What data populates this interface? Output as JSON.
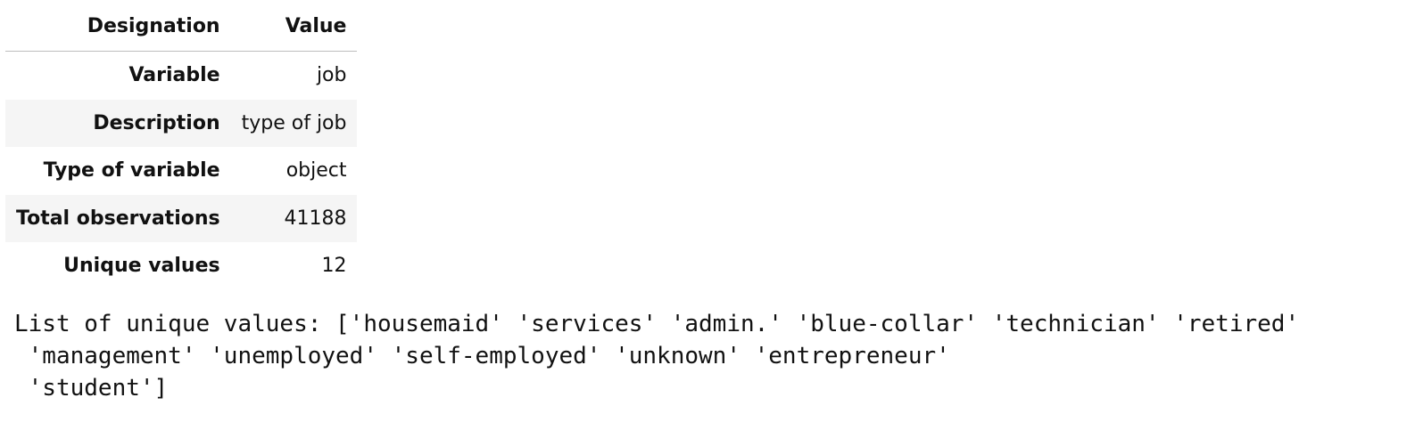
{
  "table": {
    "headers": [
      "Designation",
      "Value"
    ],
    "rows": [
      {
        "label": "Variable",
        "value": "job"
      },
      {
        "label": "Description",
        "value": "type of job"
      },
      {
        "label": "Type of variable",
        "value": "object"
      },
      {
        "label": "Total observations",
        "value": "41188"
      },
      {
        "label": "Unique values",
        "value": "12"
      }
    ]
  },
  "output": {
    "lines": [
      "List of unique values: ['housemaid' 'services' 'admin.' 'blue-collar' 'technician' 'retired'",
      " 'management' 'unemployed' 'self-employed' 'unknown' 'entrepreneur'",
      " 'student']"
    ]
  }
}
